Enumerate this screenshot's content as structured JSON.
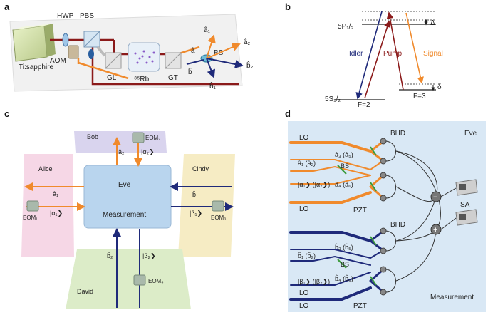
{
  "panels": {
    "a": {
      "letter": "a",
      "laser": "Ti:sapphire",
      "hwp": "HWP",
      "pbs": "PBS",
      "aom": "AOM",
      "gl": "GL",
      "rb": "⁸⁵Rb",
      "gt": "GT",
      "bs": "BS",
      "a1": "â₁",
      "a2": "â₂",
      "a": "â",
      "b": "b̂",
      "b1": "b̂₁",
      "b2": "b̂₂"
    },
    "b": {
      "letter": "b",
      "level_5p": "5P₁/₂",
      "level_5s": "5S₁/₂",
      "f2": "F=2",
      "f3": "F=3",
      "delta_cap": "Δ",
      "delta": "δ",
      "idler": "Idler",
      "pump": "Pump",
      "signal": "Signal"
    },
    "c": {
      "letter": "c",
      "bob": "Bob",
      "alice": "Alice",
      "cindy": "Cindy",
      "david": "David",
      "eve": "Eve",
      "measurement": "Measurement",
      "eom1": "EOM₁",
      "eom2": "EOM₂",
      "eom3": "EOM₃",
      "eom4": "EOM₄",
      "a1": "â₁",
      "a2": "â₂",
      "b1": "b̂₁",
      "b2": "b̂₂",
      "alpha1": "|α₁❯",
      "alpha2": "|α₂❯",
      "beta1": "|β₁❯",
      "beta2": "|β₂❯"
    },
    "d": {
      "letter": "d",
      "eve": "Eve",
      "measurement": "Measurement",
      "lo1": "LO",
      "lo2": "LO",
      "lo3": "LO",
      "lo4": "LO",
      "bhd1": "BHD",
      "bhd2": "BHD",
      "pzt1": "PZT",
      "pzt2": "PZT",
      "bs1": "BS",
      "bs2": "BS",
      "sa": "SA",
      "a3a5": "â₃ (â₅)",
      "a1a2": "â₁ (â₂)",
      "a4a6": "â₄ (â₆)",
      "alpha": "|α₁❯  (|α₂❯)",
      "b3b5": "b̂₃ (b̂₅)",
      "b1b2": "b̂₁ (b̂₂)",
      "b4b6": "b̂₄ (b̂₆)",
      "beta": "|β₁❯  (|β₂❯)",
      "minus": "−",
      "plus": "+"
    }
  },
  "colors": {
    "red_beam": "#8b1a1a",
    "orange_beam": "#f08a2c",
    "blue_beam": "#1f2a7a",
    "eve_box": "#b9d5ee",
    "panel_d_bg": "#d9e8f5",
    "alice_bg": "#f6d7e6",
    "bob_bg": "#d9d4ee",
    "cindy_bg": "#f6ecc4",
    "david_bg": "#dcecc8",
    "eom": "#a9b9ab"
  }
}
